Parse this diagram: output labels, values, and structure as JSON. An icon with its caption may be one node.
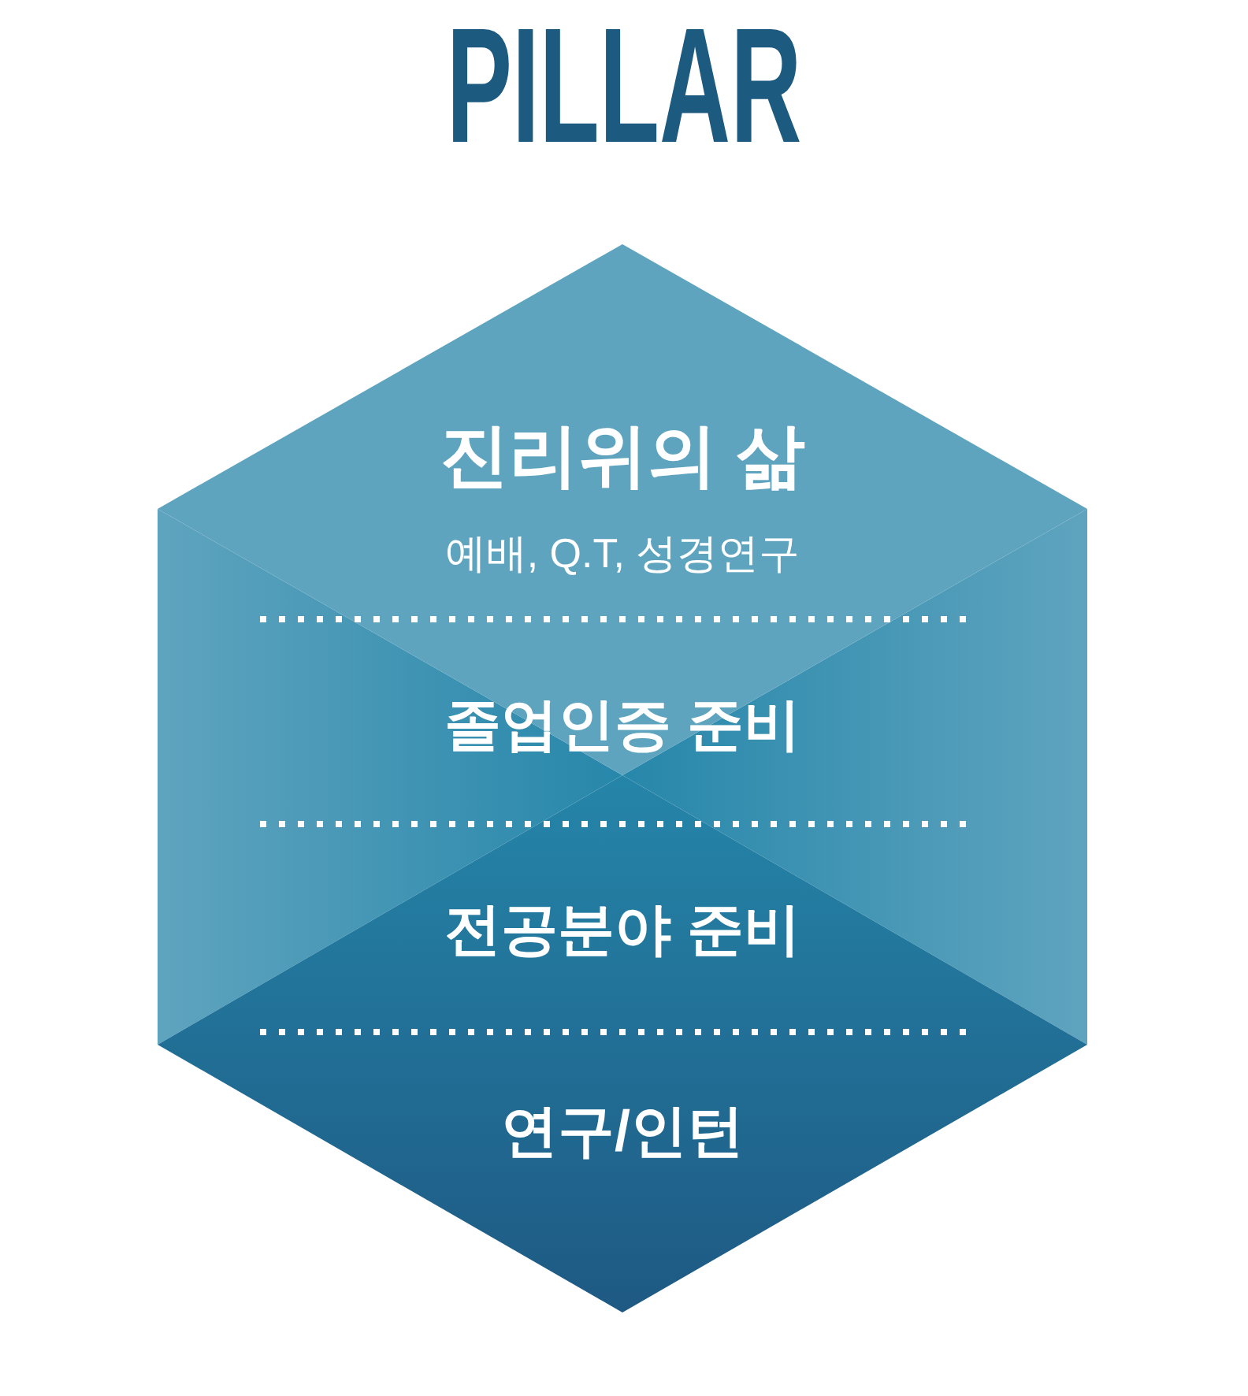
{
  "diagram": {
    "title": "PILLAR",
    "nodes": [
      {
        "text": [
          "진리위의 삶",
          "예배, Q.T, 성경연구",
          "졸업인증 준비",
          "전공분야 준비",
          "연구/인턴"
        ]
      }
    ]
  }
}
